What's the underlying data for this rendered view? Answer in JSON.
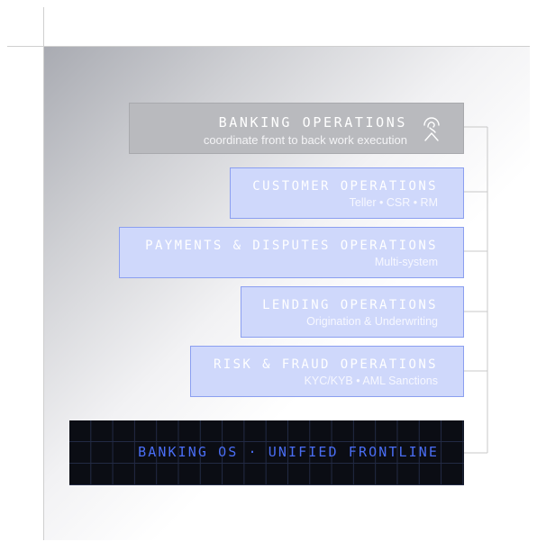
{
  "main": {
    "title": "BANKING OPERATIONS",
    "subtitle": "coordinate front to back work execution",
    "icon": "hand-arc-icon"
  },
  "operations": [
    {
      "title": "CUSTOMER OPERATIONS",
      "subtitle": "Teller • CSR • RM"
    },
    {
      "title": "PAYMENTS & DISPUTES OPERATIONS",
      "subtitle": "Multi-system"
    },
    {
      "title": "LENDING OPERATIONS",
      "subtitle": "Origination & Underwriting"
    },
    {
      "title": "RISK & FRAUD OPERATIONS",
      "subtitle": "KYC/KYB • AML Sanctions"
    }
  ],
  "platform": {
    "label": "BANKING OS · UNIFIED FRONTLINE"
  },
  "colors": {
    "main_card": "#b9babe",
    "sub_card": "#cfd8fb",
    "sub_card_border": "#8b9ff0",
    "platform_bg": "#0b0d14",
    "platform_text": "#4a6ef5",
    "connector": "#c8c8c8"
  }
}
